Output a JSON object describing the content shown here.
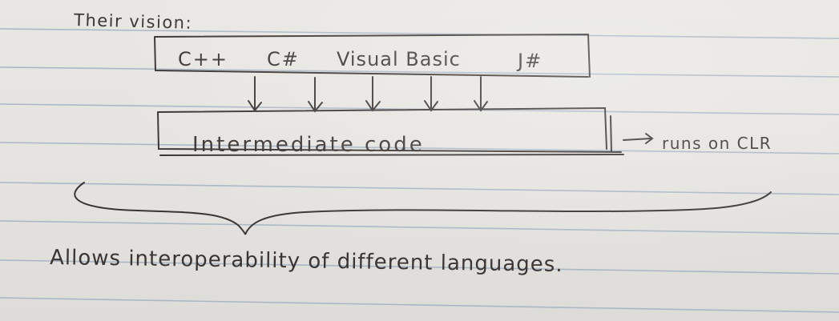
{
  "heading": "Their vision:",
  "languages": [
    "C++",
    "C#",
    "Visual Basic",
    "J#"
  ],
  "intermediate_label": "Intermediate code",
  "runtime_note": "runs on CLR",
  "conclusion": "Allows interoperability of different languages.",
  "colors": {
    "paper": "#e6e4e0",
    "rule_line": "#9fb0c4",
    "ink": "#3a3432"
  }
}
